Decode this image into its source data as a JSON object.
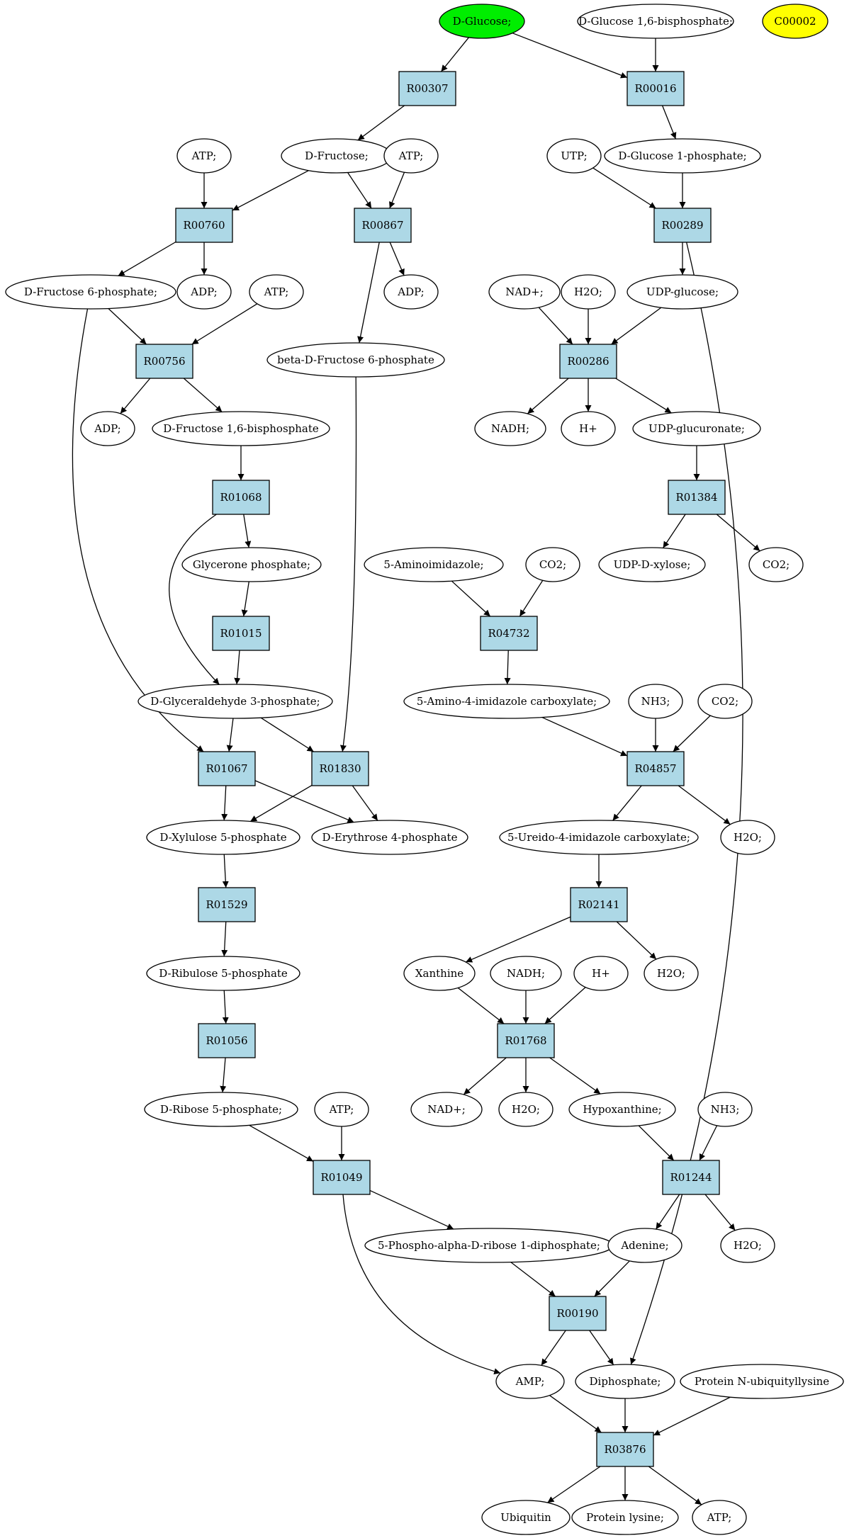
{
  "colors": {
    "metabolite_fill": "#ffffff",
    "reaction_fill": "#add8e6",
    "highlight_green": "#00ee00",
    "highlight_yellow": "#ffff00"
  },
  "metabolites": [
    {
      "id": "glc",
      "label": "D-Glucose;",
      "highlight": "green"
    },
    {
      "id": "g16bp",
      "label": "D-Glucose 1,6-bisphosphate;"
    },
    {
      "id": "c00002",
      "label": "C00002",
      "highlight": "yellow"
    },
    {
      "id": "atp1",
      "label": "ATP;"
    },
    {
      "id": "fru",
      "label": "D-Fructose;"
    },
    {
      "id": "atp2",
      "label": "ATP;"
    },
    {
      "id": "utp",
      "label": "UTP;"
    },
    {
      "id": "g1p",
      "label": "D-Glucose 1-phosphate;"
    },
    {
      "id": "f6p",
      "label": "D-Fructose 6-phosphate;"
    },
    {
      "id": "adp1",
      "label": "ADP;"
    },
    {
      "id": "atp3",
      "label": "ATP;"
    },
    {
      "id": "adp2",
      "label": "ADP;"
    },
    {
      "id": "nad1",
      "label": "NAD+;"
    },
    {
      "id": "h2o1",
      "label": "H2O;"
    },
    {
      "id": "udpglc",
      "label": "UDP-glucose;"
    },
    {
      "id": "bf6p",
      "label": "beta-D-Fructose 6-phosphate"
    },
    {
      "id": "adp3",
      "label": "ADP;"
    },
    {
      "id": "f16bp",
      "label": "D-Fructose 1,6-bisphosphate"
    },
    {
      "id": "nadh1",
      "label": "NADH;"
    },
    {
      "id": "hplus1",
      "label": "H+"
    },
    {
      "id": "udpglcu",
      "label": "UDP-glucuronate;"
    },
    {
      "id": "dhap",
      "label": "Glycerone phosphate;"
    },
    {
      "id": "air",
      "label": "5-Aminoimidazole;"
    },
    {
      "id": "co2a",
      "label": "CO2;"
    },
    {
      "id": "udpxyl",
      "label": "UDP-D-xylose;"
    },
    {
      "id": "co2b",
      "label": "CO2;"
    },
    {
      "id": "gap",
      "label": "D-Glyceraldehyde 3-phosphate;"
    },
    {
      "id": "aic",
      "label": "5-Amino-4-imidazole carboxylate;"
    },
    {
      "id": "nh3a",
      "label": "NH3;"
    },
    {
      "id": "co2c",
      "label": "CO2;"
    },
    {
      "id": "xu5p",
      "label": "D-Xylulose 5-phosphate"
    },
    {
      "id": "e4p",
      "label": "D-Erythrose 4-phosphate"
    },
    {
      "id": "uic",
      "label": "5-Ureido-4-imidazole carboxylate;"
    },
    {
      "id": "h2o2",
      "label": "H2O;"
    },
    {
      "id": "ru5p",
      "label": "D-Ribulose 5-phosphate"
    },
    {
      "id": "xan",
      "label": "Xanthine"
    },
    {
      "id": "nadh2",
      "label": "NADH;"
    },
    {
      "id": "hplus2",
      "label": "H+"
    },
    {
      "id": "h2o3",
      "label": "H2O;"
    },
    {
      "id": "r5p",
      "label": "D-Ribose 5-phosphate;"
    },
    {
      "id": "atp4",
      "label": "ATP;"
    },
    {
      "id": "nad2",
      "label": "NAD+;"
    },
    {
      "id": "h2o4",
      "label": "H2O;"
    },
    {
      "id": "hyp",
      "label": "Hypoxanthine;"
    },
    {
      "id": "nh3b",
      "label": "NH3;"
    },
    {
      "id": "prpp",
      "label": "5-Phospho-alpha-D-ribose 1-diphosphate;"
    },
    {
      "id": "ade",
      "label": "Adenine;"
    },
    {
      "id": "h2o5",
      "label": "H2O;"
    },
    {
      "id": "amp",
      "label": "AMP;"
    },
    {
      "id": "ppi",
      "label": "Diphosphate;"
    },
    {
      "id": "pnub",
      "label": "Protein N-ubiquityllysine"
    },
    {
      "id": "ubq",
      "label": "Ubiquitin"
    },
    {
      "id": "plys",
      "label": "Protein lysine;"
    },
    {
      "id": "atp5",
      "label": "ATP;"
    }
  ],
  "reactions": [
    {
      "id": "R00307",
      "label": "R00307"
    },
    {
      "id": "R00016",
      "label": "R00016"
    },
    {
      "id": "R00760",
      "label": "R00760"
    },
    {
      "id": "R00867",
      "label": "R00867"
    },
    {
      "id": "R00289",
      "label": "R00289"
    },
    {
      "id": "R00756",
      "label": "R00756"
    },
    {
      "id": "R00286",
      "label": "R00286"
    },
    {
      "id": "R01068",
      "label": "R01068"
    },
    {
      "id": "R01384",
      "label": "R01384"
    },
    {
      "id": "R01015",
      "label": "R01015"
    },
    {
      "id": "R04732",
      "label": "R04732"
    },
    {
      "id": "R01067",
      "label": "R01067"
    },
    {
      "id": "R01830",
      "label": "R01830"
    },
    {
      "id": "R04857",
      "label": "R04857"
    },
    {
      "id": "R01529",
      "label": "R01529"
    },
    {
      "id": "R02141",
      "label": "R02141"
    },
    {
      "id": "R01768",
      "label": "R01768"
    },
    {
      "id": "R01056",
      "label": "R01056"
    },
    {
      "id": "R01049",
      "label": "R01049"
    },
    {
      "id": "R01244",
      "label": "R01244"
    },
    {
      "id": "R00190",
      "label": "R00190"
    },
    {
      "id": "R03876",
      "label": "R03876"
    }
  ],
  "edges": [
    [
      "glc",
      "R00307"
    ],
    [
      "glc",
      "R00016"
    ],
    [
      "g16bp",
      "R00016"
    ],
    [
      "R00307",
      "fru"
    ],
    [
      "R00016",
      "g1p"
    ],
    [
      "atp1",
      "R00760"
    ],
    [
      "fru",
      "R00760"
    ],
    [
      "fru",
      "R00867"
    ],
    [
      "atp2",
      "R00867"
    ],
    [
      "utp",
      "R00289"
    ],
    [
      "g1p",
      "R00289"
    ],
    [
      "R00760",
      "f6p"
    ],
    [
      "R00760",
      "adp1"
    ],
    [
      "R00867",
      "adp2"
    ],
    [
      "R00867",
      "bf6p"
    ],
    [
      "R00289",
      "udpglc"
    ],
    [
      "R00289",
      "ppi"
    ],
    [
      "f6p",
      "R00756"
    ],
    [
      "atp3",
      "R00756"
    ],
    [
      "f6p",
      "R01067"
    ],
    [
      "nad1",
      "R00286"
    ],
    [
      "h2o1",
      "R00286"
    ],
    [
      "udpglc",
      "R00286"
    ],
    [
      "R00756",
      "adp3"
    ],
    [
      "R00756",
      "f16bp"
    ],
    [
      "R00286",
      "nadh1"
    ],
    [
      "R00286",
      "hplus1"
    ],
    [
      "R00286",
      "udpglcu"
    ],
    [
      "f16bp",
      "R01068"
    ],
    [
      "udpglcu",
      "R01384"
    ],
    [
      "R01068",
      "dhap"
    ],
    [
      "R01068",
      "gap"
    ],
    [
      "R01384",
      "udpxyl"
    ],
    [
      "R01384",
      "co2b"
    ],
    [
      "dhap",
      "R01015"
    ],
    [
      "R01015",
      "gap"
    ],
    [
      "air",
      "R04732"
    ],
    [
      "co2a",
      "R04732"
    ],
    [
      "R04732",
      "aic"
    ],
    [
      "gap",
      "R01067"
    ],
    [
      "gap",
      "R01830"
    ],
    [
      "bf6p",
      "R01830"
    ],
    [
      "aic",
      "R04857"
    ],
    [
      "nh3a",
      "R04857"
    ],
    [
      "co2c",
      "R04857"
    ],
    [
      "R01067",
      "xu5p"
    ],
    [
      "R01067",
      "e4p"
    ],
    [
      "R01830",
      "xu5p"
    ],
    [
      "R01830",
      "e4p"
    ],
    [
      "R04857",
      "uic"
    ],
    [
      "R04857",
      "h2o2"
    ],
    [
      "xu5p",
      "R01529"
    ],
    [
      "uic",
      "R02141"
    ],
    [
      "R01529",
      "ru5p"
    ],
    [
      "R02141",
      "xan"
    ],
    [
      "R02141",
      "h2o3"
    ],
    [
      "ru5p",
      "R01056"
    ],
    [
      "xan",
      "R01768"
    ],
    [
      "nadh2",
      "R01768"
    ],
    [
      "hplus2",
      "R01768"
    ],
    [
      "R01056",
      "r5p"
    ],
    [
      "R01768",
      "nad2"
    ],
    [
      "R01768",
      "h2o4"
    ],
    [
      "R01768",
      "hyp"
    ],
    [
      "r5p",
      "R01049"
    ],
    [
      "atp4",
      "R01049"
    ],
    [
      "hyp",
      "R01244"
    ],
    [
      "nh3b",
      "R01244"
    ],
    [
      "R01049",
      "prpp"
    ],
    [
      "R01049",
      "amp"
    ],
    [
      "R01244",
      "ade"
    ],
    [
      "R01244",
      "h2o5"
    ],
    [
      "prpp",
      "R00190"
    ],
    [
      "ade",
      "R00190"
    ],
    [
      "R00190",
      "amp"
    ],
    [
      "R00190",
      "ppi"
    ],
    [
      "amp",
      "R03876"
    ],
    [
      "ppi",
      "R03876"
    ],
    [
      "pnub",
      "R03876"
    ],
    [
      "R03876",
      "ubq"
    ],
    [
      "R03876",
      "plys"
    ],
    [
      "R03876",
      "atp5"
    ]
  ]
}
